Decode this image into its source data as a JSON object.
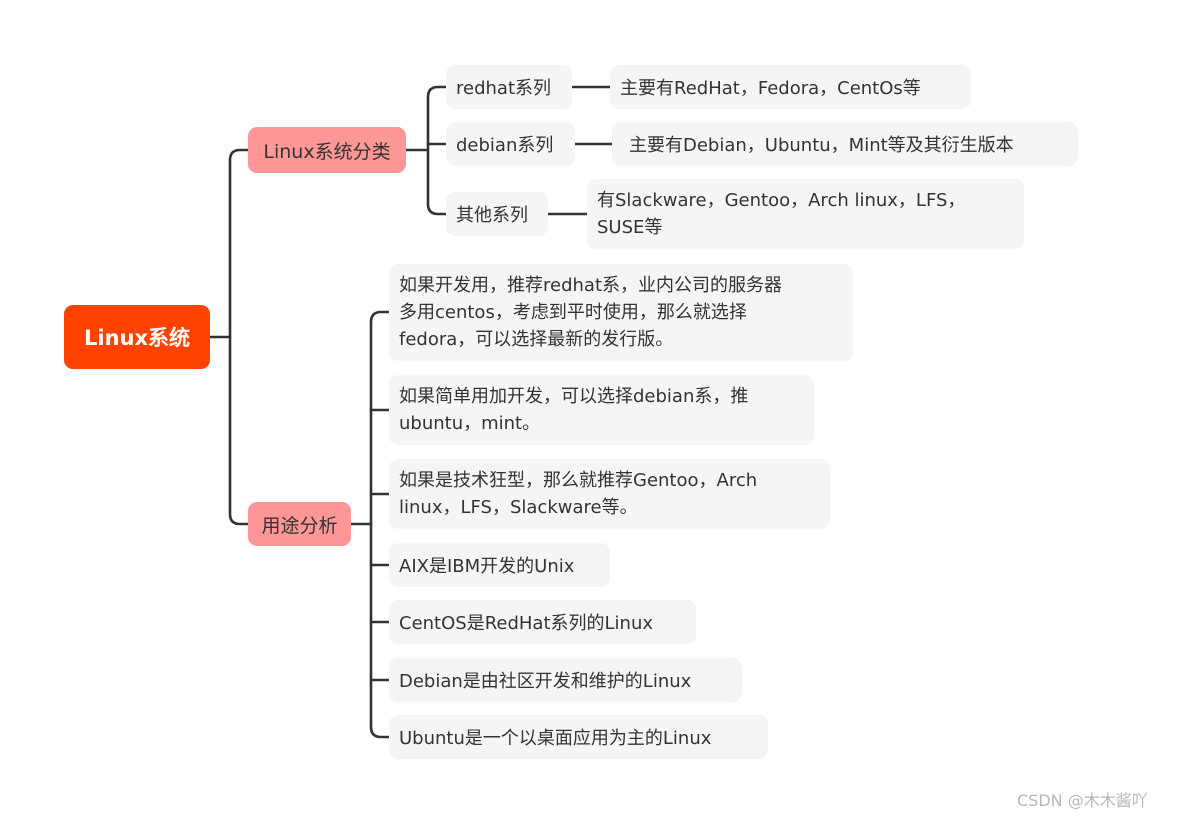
{
  "root": "Linux系统",
  "categories": {
    "classification": {
      "label": "Linux系统分类",
      "branches": [
        {
          "name": "redhat系列",
          "detail": "主要有RedHat，Fedora，CentOs等"
        },
        {
          "name": "debian系列",
          "detail": "主要有Debian，Ubuntu，Mint等及其衍生版本"
        },
        {
          "name": "其他系列",
          "detail_lines": [
            "有Slackware，Gentoo，Arch linux，LFS，",
            "SUSE等"
          ]
        }
      ]
    },
    "usage": {
      "label": "用途分析",
      "items": [
        {
          "lines": [
            "如果开发用，推荐redhat系，业内公司的服务器",
            "多用centos，考虑到平时使用，那么就选择",
            "fedora，可以选择最新的发行版。"
          ]
        },
        {
          "lines": [
            "如果简单用加开发，可以选择debian系，推",
            "ubuntu，mint。"
          ]
        },
        {
          "lines": [
            "如果是技术狂型，那么就推荐Gentoo，Arch",
            "linux，LFS，Slackware等。"
          ]
        },
        {
          "text": "AIX是IBM开发的Unix"
        },
        {
          "text": "CentOS是RedHat系列的Linux"
        },
        {
          "text": "Debian是由社区开发和维护的Linux"
        },
        {
          "text": "Ubuntu是一个以桌面应用为主的Linux"
        }
      ]
    }
  },
  "watermark": "CSDN @木木酱吖",
  "colors": {
    "root": "#ff4200",
    "category": "#ff9797",
    "leaf": "#f5f5f5",
    "line": "#333333"
  }
}
